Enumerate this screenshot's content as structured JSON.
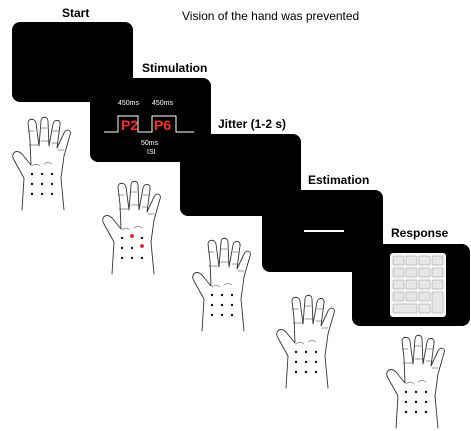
{
  "header": {
    "note": "Vision of the hand was prevented"
  },
  "steps": [
    {
      "title": "Start"
    },
    {
      "title": "Stimulation"
    },
    {
      "title": "Jitter (1-2 s)"
    },
    {
      "title": "Estimation"
    },
    {
      "title": "Response"
    }
  ],
  "stimulation": {
    "duration_left": "450ms",
    "duration_right": "450ms",
    "label_left": "P2",
    "label_right": "P6",
    "isi_value": "50ms",
    "isi_label": "ISI"
  },
  "colors": {
    "screen": "#000000",
    "stimulus_label": "#ff2a2a",
    "stimulated_point": "#e02020",
    "pulse_outline": "#ffffff"
  },
  "icons": {
    "hand": "hand-dorsal-outline-icon",
    "keypad": "numeric-keypad-icon"
  }
}
